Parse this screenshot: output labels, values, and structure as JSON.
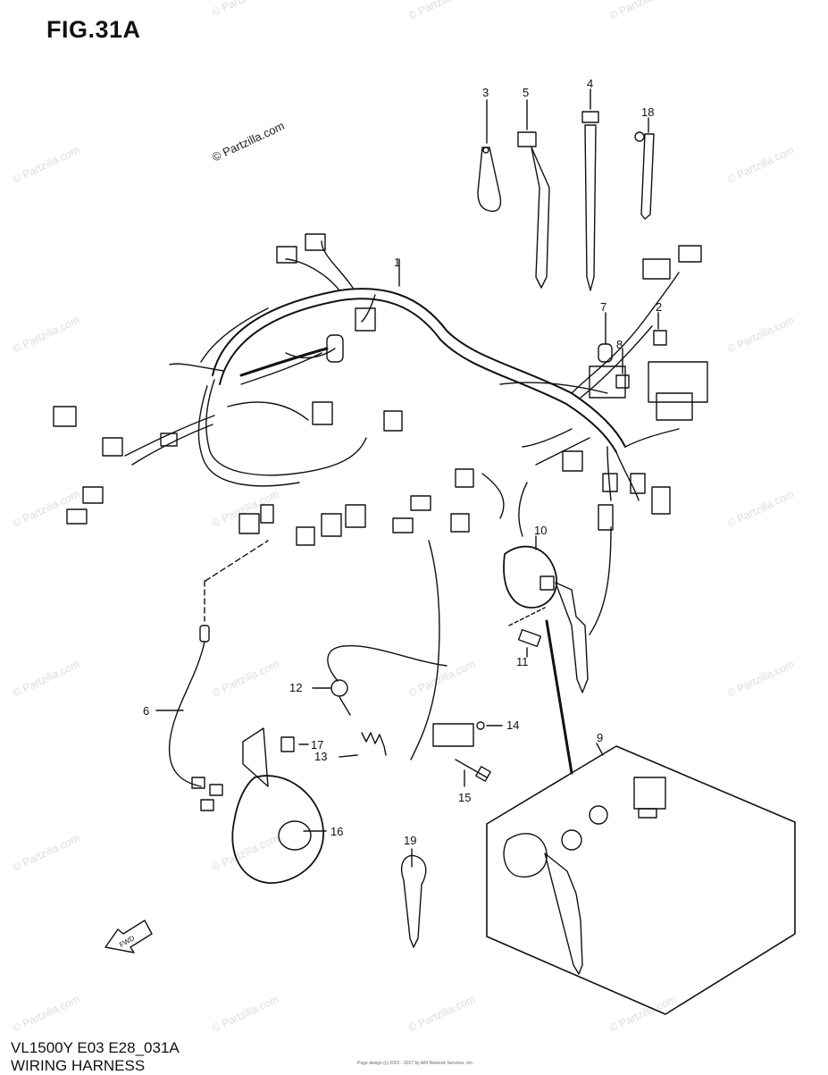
{
  "figure": {
    "title": "FIG.31A",
    "code": "VL1500Y E03 E28_031A",
    "subtitle": "WIRING HARNESS",
    "copyright": "© Partzilla.com",
    "watermark": "© Partzilla.com",
    "fwd_label": "FWD",
    "footnote": "Page design (c) 2001 - 2017 by ARI Network Services, Inc."
  },
  "callouts": [
    "1",
    "2",
    "3",
    "4",
    "5",
    "6",
    "7",
    "8",
    "9",
    "10",
    "11",
    "12",
    "13",
    "14",
    "15",
    "16",
    "17",
    "18",
    "19"
  ],
  "colors": {
    "ink": "#111111",
    "watermark": "#dcdcdc",
    "background": "#ffffff"
  }
}
